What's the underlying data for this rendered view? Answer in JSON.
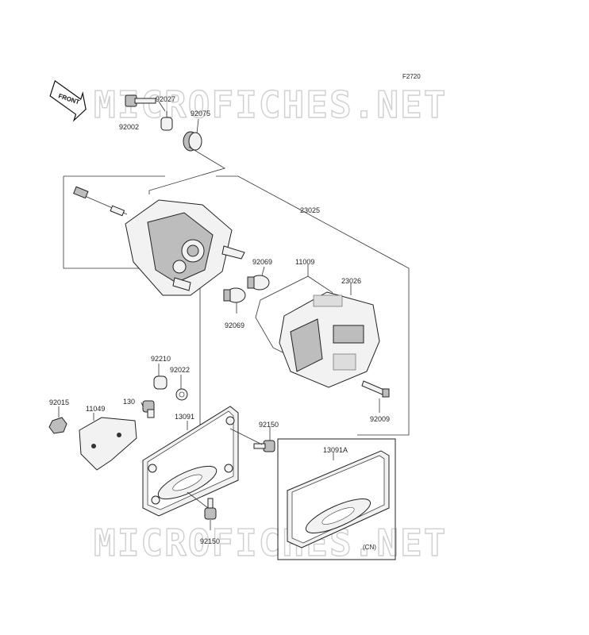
{
  "figure_code": "F2720",
  "watermark": "MICROFICHES.NET",
  "front_label": "FRONT",
  "cn_label": "(CN)",
  "parts": [
    {
      "key": "p92027",
      "number": "92027"
    },
    {
      "key": "p92002",
      "number": "92002"
    },
    {
      "key": "p92075",
      "number": "92075"
    },
    {
      "key": "p23025",
      "number": "23025"
    },
    {
      "key": "p92069a",
      "number": "92069"
    },
    {
      "key": "p11009",
      "number": "11009"
    },
    {
      "key": "p23026",
      "number": "23026"
    },
    {
      "key": "p92069b",
      "number": "92069"
    },
    {
      "key": "p92210",
      "number": "92210"
    },
    {
      "key": "p92022",
      "number": "92022"
    },
    {
      "key": "p130",
      "number": "130"
    },
    {
      "key": "p92015",
      "number": "92015"
    },
    {
      "key": "p11049",
      "number": "11049"
    },
    {
      "key": "p13091",
      "number": "13091"
    },
    {
      "key": "p92150a",
      "number": "92150"
    },
    {
      "key": "p92009",
      "number": "92009"
    },
    {
      "key": "p13091A",
      "number": "13091A"
    },
    {
      "key": "p92150b",
      "number": "92150"
    }
  ]
}
